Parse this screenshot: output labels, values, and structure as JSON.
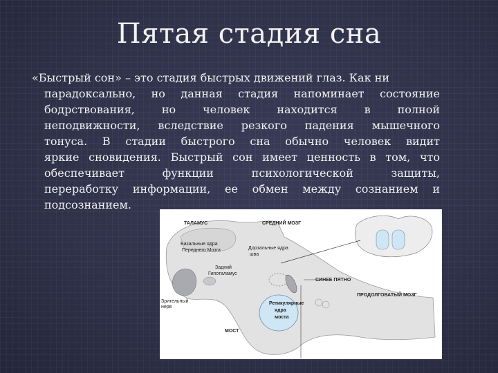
{
  "slide": {
    "title": "Пятая стадия сна",
    "lines": [
      "«Быстрый сон» – это стадия быстрых движений глаз. Как ни",
      "парадоксально, но данная стадия напоминает состояние",
      "бодрствования, но человек находится в полной",
      "неподвижности, вследствие резкого падения мышечного",
      "тонуса. В стадии быстрого сна обычно человек видит",
      "яркие сновидения. Быстрый сон имеет ценность в том, что",
      "обеспечивает функции психологической защиты,",
      "переработку информации, ее обмен между сознанием и",
      "подсознанием."
    ]
  },
  "figure": {
    "labels": {
      "thalamus": "ТАЛАМУС",
      "midbrain": "СРЕДНИЙ МОЗГ",
      "basal": "Базальные ядра",
      "basal2": "Переднего Мозга",
      "dorsal": "Дорзальные ядра",
      "dorsal2": "шва",
      "posterior": "Задний",
      "posterior2": "Гипоталамус",
      "locus": "СИНЕЕ ПЯТНО",
      "medulla": "ПРОДОЛГОВАТЫЙ МОЗГ",
      "optic": "Зрительный",
      "optic2": "нерв",
      "reticular": "Ретикулярные",
      "reticular2": "ядра",
      "reticular3": "моста",
      "pons": "МОСТ"
    },
    "colors": {
      "brain": "#e2e2e2",
      "blue": "#cfe6f5",
      "gray": "#a9a9b0"
    }
  }
}
